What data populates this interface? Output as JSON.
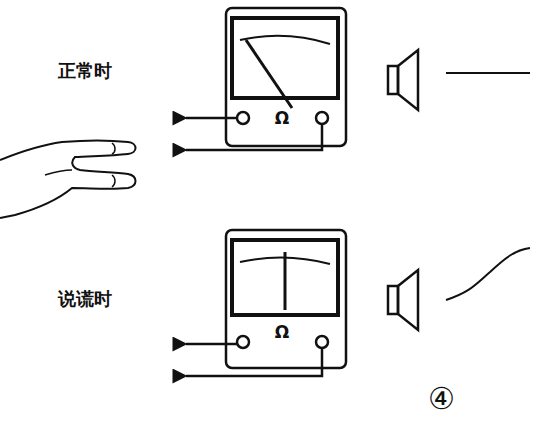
{
  "diagram": {
    "labels": [
      "正常时",
      "Ω",
      "说谎时",
      "Ω",
      "④"
    ]
  }
}
